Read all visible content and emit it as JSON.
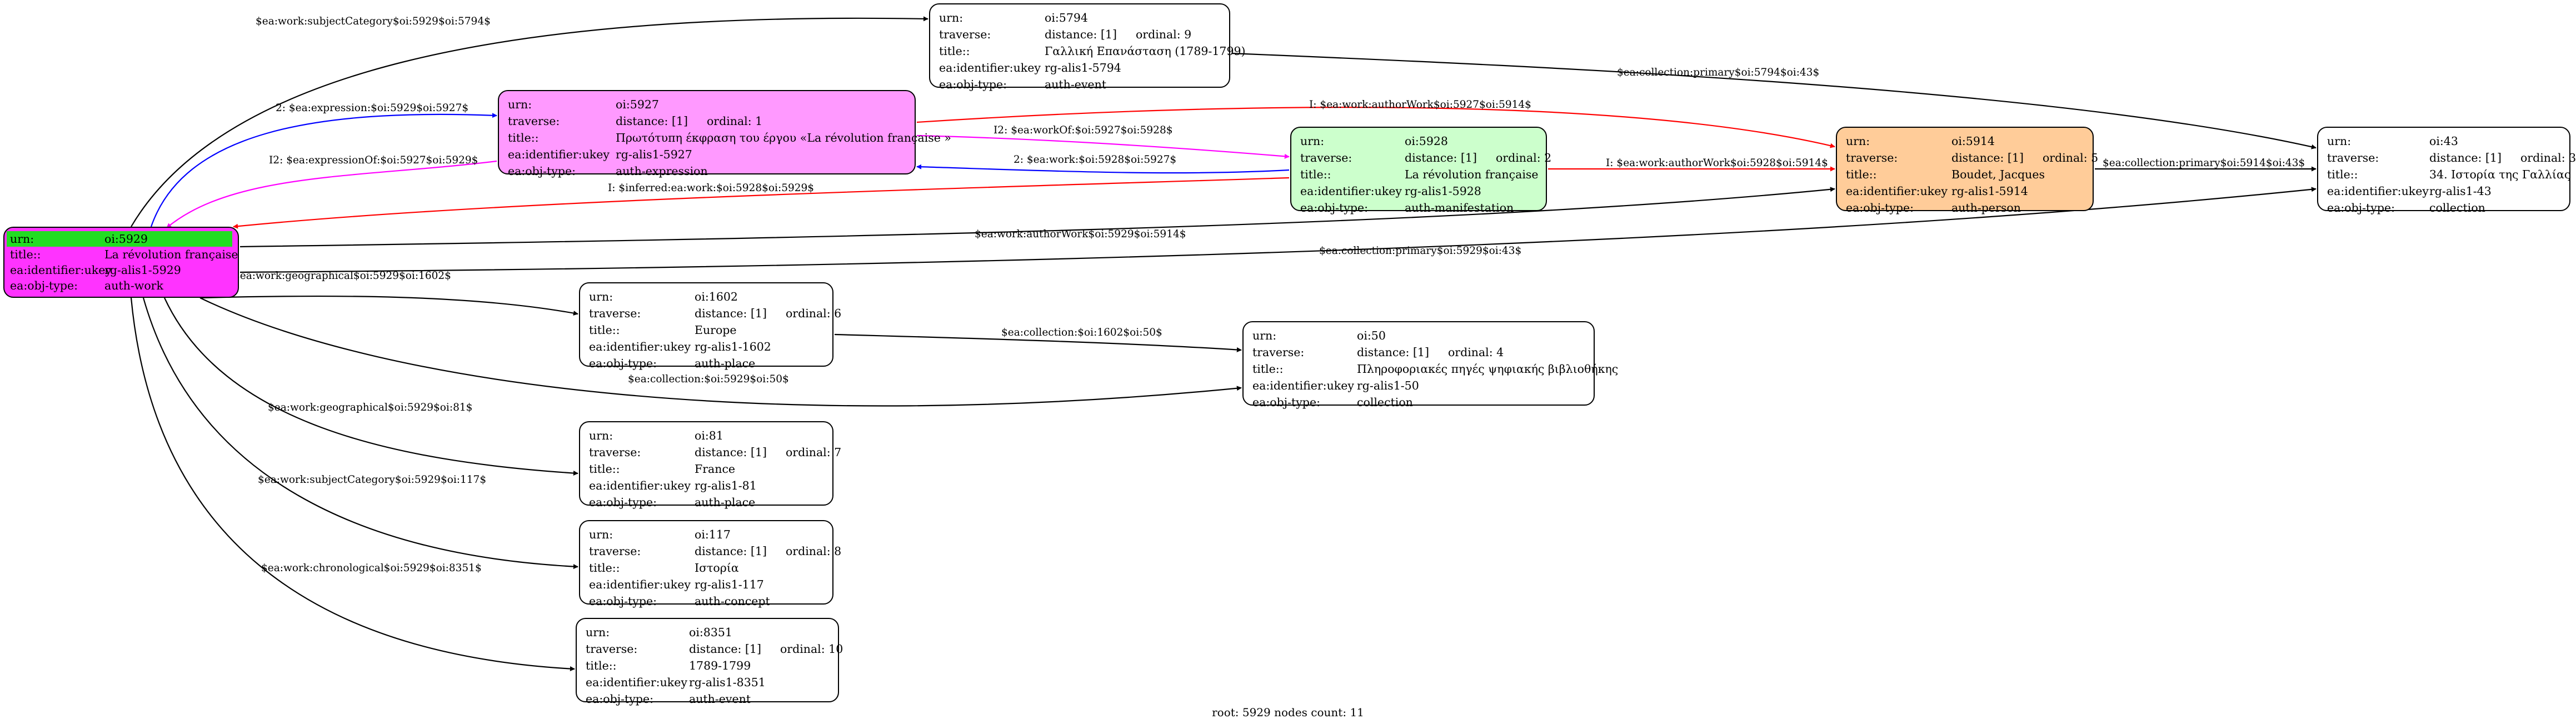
{
  "keys": {
    "urn": "urn:",
    "traverse": "traverse:",
    "title": "title::",
    "title_root": "title::",
    "ukey": "ea:identifier:ukey",
    "objtype": "ea:obj-type:"
  },
  "nodes": [
    {
      "id": "n5929",
      "urn": "oi:5929",
      "title": "La révolution française",
      "ukey": "rg-alis1-5929",
      "objtype": "auth-work",
      "root": true,
      "fill": "#ff33ff"
    },
    {
      "id": "n5794",
      "urn": "oi:5794",
      "distance": "distance: [1]",
      "ordinal": "ordinal: 9",
      "title": "Γαλλική Επανάσταση (1789-1799)",
      "ukey": "rg-alis1-5794",
      "objtype": "auth-event",
      "fill": "#ffffff"
    },
    {
      "id": "n5927",
      "urn": "oi:5927",
      "distance": "distance: [1]",
      "ordinal": "ordinal: 1",
      "title": "Πρωτότυπη έκφραση του έργου «La révolution française »",
      "ukey": "rg-alis1-5927",
      "objtype": "auth-expression",
      "fill": "#ff99ff"
    },
    {
      "id": "n5928",
      "urn": "oi:5928",
      "distance": "distance: [1]",
      "ordinal": "ordinal: 2",
      "title": "La révolution française",
      "ukey": "rg-alis1-5928",
      "objtype": "auth-manifestation",
      "fill": "#ccffcc"
    },
    {
      "id": "n5914",
      "urn": "oi:5914",
      "distance": "distance: [1]",
      "ordinal": "ordinal: 5",
      "title": "Boudet, Jacques",
      "ukey": "rg-alis1-5914",
      "objtype": "auth-person",
      "fill": "#ffcc99"
    },
    {
      "id": "n43",
      "urn": "oi:43",
      "distance": "distance: [1]",
      "ordinal": "ordinal: 3",
      "title": "34. Ιστορία της Γαλλίας",
      "ukey": "rg-alis1-43",
      "objtype": "collection",
      "fill": "#ffffff"
    },
    {
      "id": "n1602",
      "urn": "oi:1602",
      "distance": "distance: [1]",
      "ordinal": "ordinal: 6",
      "title": "Europe",
      "ukey": "rg-alis1-1602",
      "objtype": "auth-place",
      "fill": "#ffffff"
    },
    {
      "id": "n50",
      "urn": "oi:50",
      "distance": "distance: [1]",
      "ordinal": "ordinal: 4",
      "title": "Πληροφοριακές πηγές ψηφιακής βιβλιοθήκης",
      "ukey": "rg-alis1-50",
      "objtype": "collection",
      "fill": "#ffffff"
    },
    {
      "id": "n81",
      "urn": "oi:81",
      "distance": "distance: [1]",
      "ordinal": "ordinal: 7",
      "title": "France",
      "ukey": "rg-alis1-81",
      "objtype": "auth-place",
      "fill": "#ffffff"
    },
    {
      "id": "n117",
      "urn": "oi:117",
      "distance": "distance: [1]",
      "ordinal": "ordinal: 8",
      "title": "Ιστορία",
      "ukey": "rg-alis1-117",
      "objtype": "auth-concept",
      "fill": "#ffffff"
    },
    {
      "id": "n8351",
      "urn": "oi:8351",
      "distance": "distance: [1]",
      "ordinal": "ordinal: 10",
      "title": "1789-1799",
      "ukey": "rg-alis1-8351",
      "objtype": "auth-event",
      "fill": "#ffffff"
    }
  ],
  "edges": [
    {
      "id": "e1",
      "label": "$ea:work:subjectCategory$oi:5929$oi:5794$",
      "color": "#000000"
    },
    {
      "id": "e2",
      "label": "2: $ea:expression:$oi:5929$oi:5927$",
      "color": "#0000ff"
    },
    {
      "id": "e3",
      "label": "I2: $ea:expressionOf:$oi:5927$oi:5929$",
      "color": "#ff00ff"
    },
    {
      "id": "e4",
      "label": "I2: $ea:workOf:$oi:5927$oi:5928$",
      "color": "#ff00ff"
    },
    {
      "id": "e5",
      "label": "2: $ea:work:$oi:5928$oi:5927$",
      "color": "#0000ff"
    },
    {
      "id": "e6",
      "label": "I: $ea:work:authorWork$oi:5927$oi:5914$",
      "color": "#ff0000"
    },
    {
      "id": "e7",
      "label": "I: $ea:work:authorWork$oi:5928$oi:5914$",
      "color": "#ff0000"
    },
    {
      "id": "e8",
      "label": "I: $inferred:ea:work:$oi:5928$oi:5929$",
      "color": "#ff0000"
    },
    {
      "id": "e9",
      "label": "$ea:collection:primary$oi:5794$oi:43$",
      "color": "#000000"
    },
    {
      "id": "e10",
      "label": "$ea:collection:primary$oi:5914$oi:43$",
      "color": "#000000"
    },
    {
      "id": "e11",
      "label": "$ea:work:authorWork$oi:5929$oi:5914$",
      "color": "#000000"
    },
    {
      "id": "e12",
      "label": "$ea:collection:primary$oi:5929$oi:43$",
      "color": "#000000"
    },
    {
      "id": "e13",
      "label": "$ea:work:geographical$oi:5929$oi:1602$",
      "color": "#000000"
    },
    {
      "id": "e14",
      "label": "$ea:collection:$oi:1602$oi:50$",
      "color": "#000000"
    },
    {
      "id": "e15",
      "label": "$ea:collection:$oi:5929$oi:50$",
      "color": "#000000"
    },
    {
      "id": "e16",
      "label": "$ea:work:geographical$oi:5929$oi:81$",
      "color": "#000000"
    },
    {
      "id": "e17",
      "label": "$ea:work:subjectCategory$oi:5929$oi:117$",
      "color": "#000000"
    },
    {
      "id": "e18",
      "label": "$ea:work:chronological$oi:5929$oi:8351$",
      "color": "#000000"
    }
  ],
  "footer": "root: 5929 nodes count: 11"
}
